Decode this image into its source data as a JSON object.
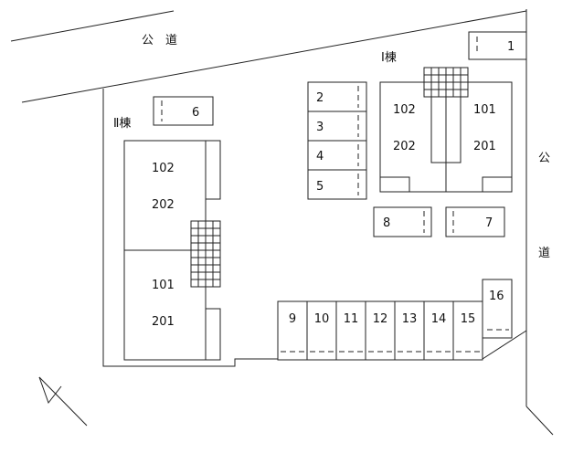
{
  "roads": {
    "north_label": "公　道",
    "east_char_1": "公",
    "east_char_2": "道"
  },
  "building_1": {
    "label": "Ⅰ棟",
    "units": [
      "102",
      "101",
      "202",
      "201"
    ]
  },
  "building_2": {
    "label": "Ⅱ棟",
    "upper_units": [
      "102",
      "202"
    ],
    "lower_units": [
      "101",
      "201"
    ]
  },
  "parking": [
    "1",
    "2",
    "3",
    "4",
    "5",
    "6",
    "7",
    "8",
    "9",
    "10",
    "11",
    "12",
    "13",
    "14",
    "15",
    "16"
  ]
}
